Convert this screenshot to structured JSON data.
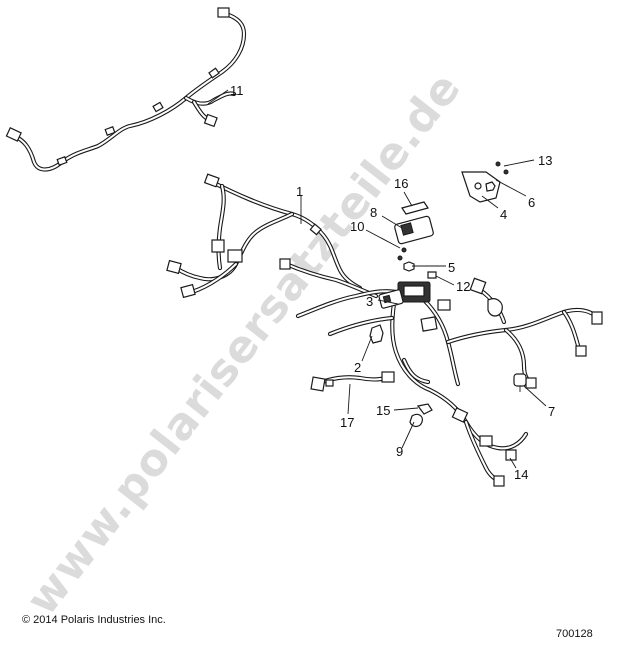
{
  "watermark": "www.polarisersatzteile.de",
  "copyright": "© 2014 Polaris Industries Inc.",
  "figure_number": "700128",
  "callouts": {
    "c1": "1",
    "c2": "2",
    "c3": "3",
    "c4": "4",
    "c5": "5",
    "c6": "6",
    "c7": "7",
    "c8": "8",
    "c9": "9",
    "c10": "10",
    "c11": "11",
    "c12": "12",
    "c13": "13",
    "c14": "14",
    "c15": "15",
    "c16": "16",
    "c17": "17"
  }
}
